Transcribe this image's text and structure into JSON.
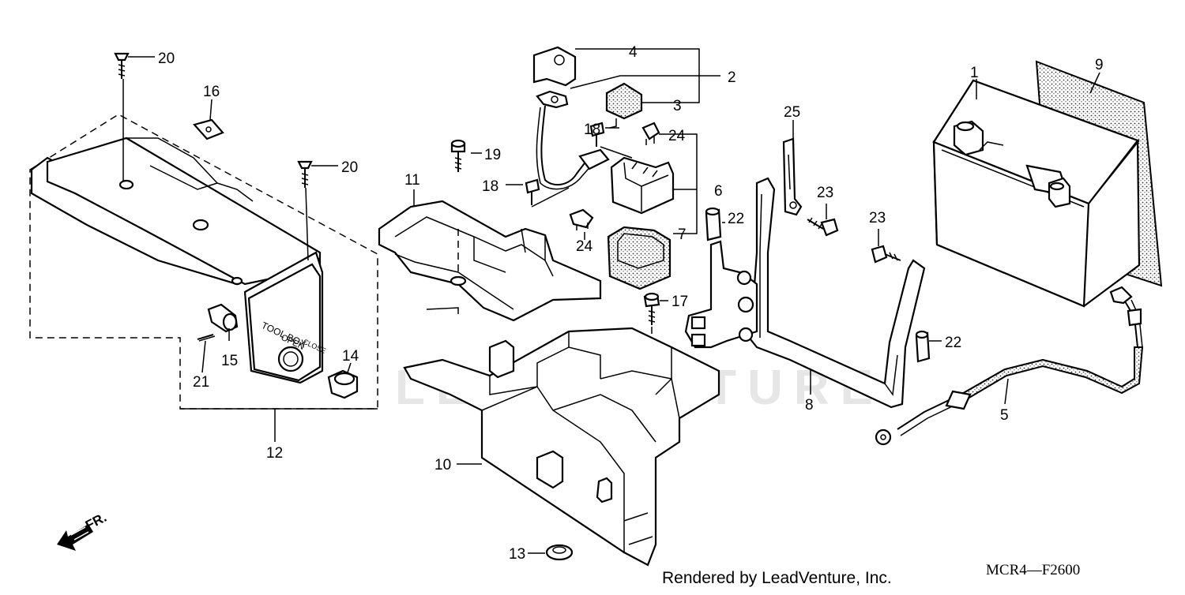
{
  "diagram": {
    "callouts": {
      "p1": "1",
      "p2": "2",
      "p3": "3",
      "p4": "4",
      "p5": "5",
      "p6": "6",
      "p7": "7",
      "p8": "8",
      "p9": "9",
      "p10": "10",
      "p11": "11",
      "p12": "12",
      "p13": "13",
      "p14": "14",
      "p15": "15",
      "p16": "16",
      "p17": "17",
      "p18a": "18",
      "p18b": "18",
      "p19": "19",
      "p20a": "20",
      "p20b": "20",
      "p21": "21",
      "p22a": "22",
      "p22b": "22",
      "p23a": "23",
      "p23b": "23",
      "p24a": "24",
      "p24b": "24",
      "p25": "25"
    },
    "toolbox_labels": {
      "tool": "TOOL BOX",
      "open": "OPEN",
      "close": "CLOSE"
    },
    "front_indicator": "FR.",
    "watermark": "LEADVENTURE",
    "diagram_code": "MCR4—F2600",
    "footer_credit": "Rendered by LeadVenture, Inc."
  }
}
